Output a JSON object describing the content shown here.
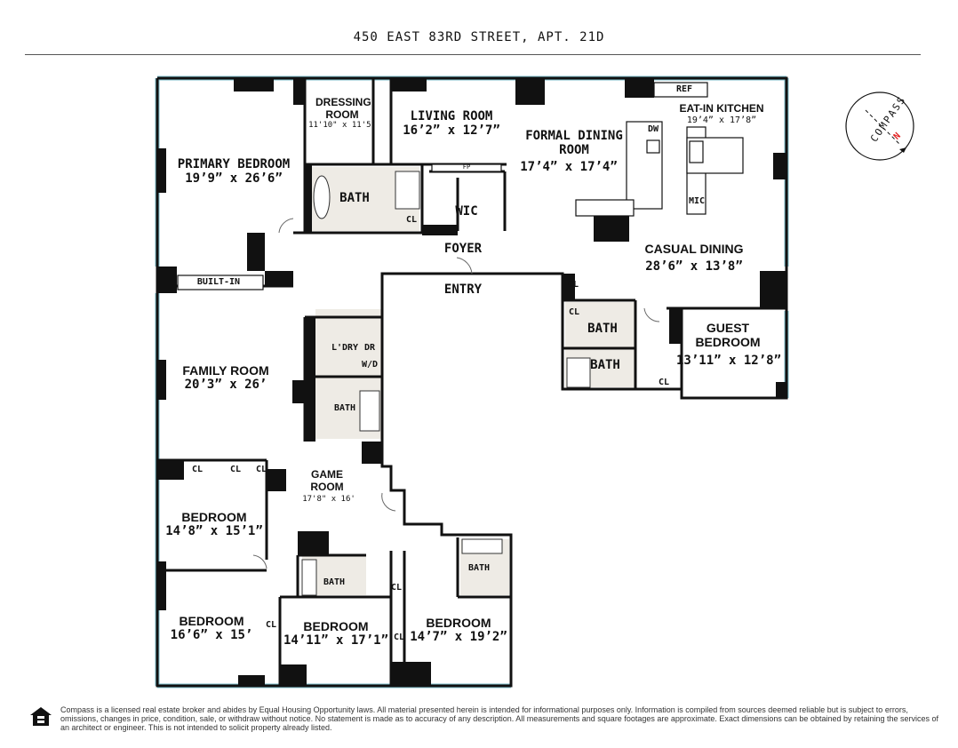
{
  "header": {
    "title": "450 EAST 83RD STREET, APT. 21D"
  },
  "rooms": {
    "primary_bedroom": {
      "name": "PRIMARY BEDROOM",
      "dims": "19’9” x 26’6”"
    },
    "dressing_room": {
      "name": "DRESSING ROOM",
      "dims": "11'10\" x 11'5\""
    },
    "living_room": {
      "name": "LIVING ROOM",
      "dims": "16’2” x 12’7”"
    },
    "formal_dining": {
      "name": "FORMAL DINING ROOM",
      "dims": "17’4” x 17’4”"
    },
    "kitchen": {
      "name": "EAT-IN KITCHEN",
      "dims": "19’4” x 17’8”"
    },
    "casual_dining": {
      "name": "CASUAL DINING",
      "dims": "28’6” x 13’8”"
    },
    "guest_bedroom": {
      "name": "GUEST BEDROOM",
      "dims": "13’11” x 12’8”"
    },
    "family_room": {
      "name": "FAMILY ROOM",
      "dims": "20’3” x 26’"
    },
    "game_room": {
      "name": "GAME ROOM",
      "dims": "17'8\" x 16'"
    },
    "bedroom_1": {
      "name": "BEDROOM",
      "dims": "14’8” x 15’1”"
    },
    "bedroom_2": {
      "name": "BEDROOM",
      "dims": "16’6” x 15’"
    },
    "bedroom_3": {
      "name": "BEDROOM",
      "dims": "14’11” x 17’1”"
    },
    "bedroom_4": {
      "name": "BEDROOM",
      "dims": "14’7” x 19’2”"
    }
  },
  "labels": {
    "bath": "BATH",
    "wic": "WIC",
    "cl": "CL",
    "foyer": "FOYER",
    "entry": "ENTRY",
    "built_in": "BUILT-IN",
    "fp": "FP",
    "ref": "REF",
    "dw": "DW",
    "mic": "MIC",
    "laundry": "L'DRY",
    "dr": "DR",
    "wd": "W/D"
  },
  "compass": {
    "label": "COMPASS",
    "north": "N",
    "north_color": "#e02020"
  },
  "colors": {
    "window": "#7fbfcc",
    "wall": "#111111",
    "bath_floor": "#eeebe5"
  },
  "footer": {
    "text": "Compass is a licensed real estate broker and abides by Equal Housing Opportunity laws. All material presented herein is intended for informational purposes only. Information is compiled from sources deemed reliable but is subject to errors, omissions, changes in price, condition, sale, or withdraw without notice. No statement is made as to accuracy of any description. All measurements and square footages are approximate. Exact dimensions can be obtained by retaining the services of an architect or engineer. This is not intended to solicit property already listed.",
    "logo_text": "EQUAL HOUSING OPPORTUNITY"
  }
}
